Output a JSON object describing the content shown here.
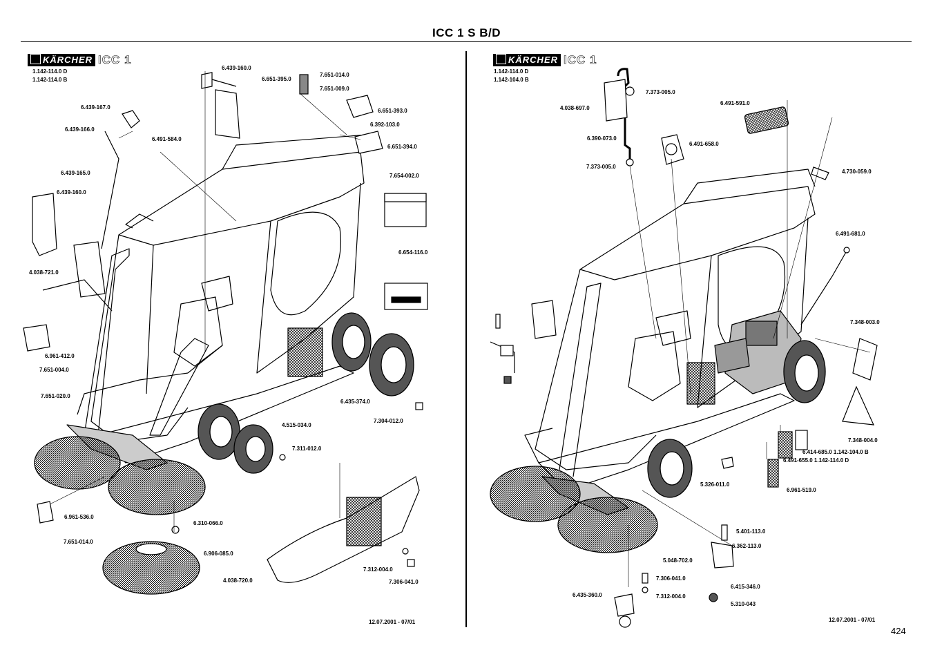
{
  "document": {
    "title": "ICC 1 S B/D",
    "page_number": "424"
  },
  "left_panel": {
    "brand": "KÄRCHER",
    "model": "ICC 1",
    "model_numbers": [
      "1.142-114.0  D",
      "1.142-114.0  B"
    ],
    "date": "12.07.2001 - 07/01",
    "part_labels": [
      "6.439-160.0",
      "6.651-395.0",
      "7.651-014.0",
      "7.651-009.0",
      "6.651-393.0",
      "6.392-103.0",
      "6.651-394.0",
      "6.439-167.0",
      "6.439-166.0",
      "6.491-584.0",
      "6.439-165.0",
      "6.439-160.0",
      "7.654-002.0",
      "4.038-721.0",
      "6.654-116.0",
      "6.961-412.0",
      "7.651-004.0",
      "7.651-020.0",
      "6.435-374.0",
      "7.304-012.0",
      "4.515-034.0",
      "7.311-012.0",
      "6.961-536.0",
      "6.310-066.0",
      "7.651-014.0",
      "6.906-085.0",
      "7.312-004.0",
      "7.306-041.0",
      "4.038-720.0"
    ]
  },
  "right_panel": {
    "brand": "KÄRCHER",
    "model": "ICC 1",
    "model_numbers": [
      "1.142-114.0  D",
      "1.142-104.0  B"
    ],
    "date": "12.07.2001 - 07/01",
    "part_labels": [
      "7.373-005.0",
      "4.038-697.0",
      "6.491-591.0",
      "6.390-073.0",
      "6.491-658.0",
      "7.373-005.0",
      "4.730-059.0",
      "6.491-681.0",
      "7.348-003.0",
      "7.348-004.0",
      "6.414-685.0  1.142-104.0 B",
      "6.491-655.0  1.142-114.0 D",
      "5.326-011.0",
      "6.961-519.0",
      "5.401-113.0",
      "6.362-113.0",
      "5.048-702.0",
      "7.306-041.0",
      "6.415-346.0",
      "6.435-360.0",
      "7.312-004.0",
      "5.310-043"
    ]
  }
}
